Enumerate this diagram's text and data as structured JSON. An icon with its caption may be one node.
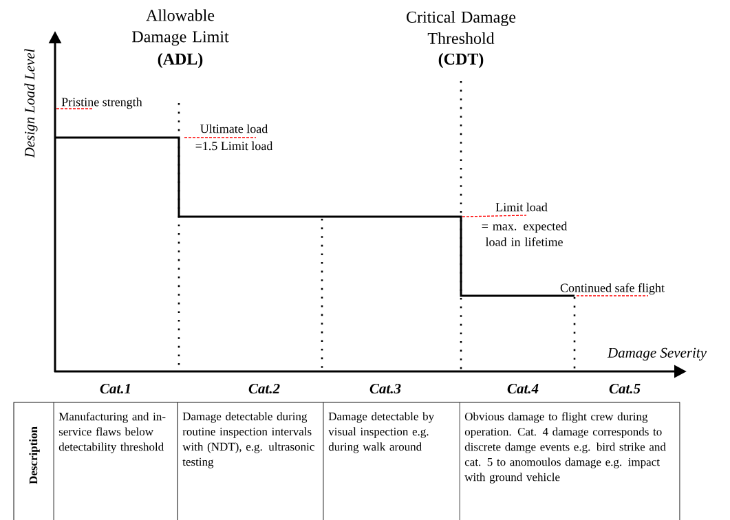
{
  "diagram": {
    "labels": [
      "Allowable Damage Limit",
      "(ADL)",
      "Critical Damage Threshold",
      "(CDT)",
      "Design Load Level",
      "Pristine strength",
      "Ultimate load",
      "=1.5 Limit load",
      "Limit load",
      "= max. expected load in lifetime",
      "Continued safe flight",
      "Damage Severity",
      "Cat.1",
      "Cat.2",
      "Cat.3",
      "Cat.4",
      "Cat.5",
      "Description",
      "Manufacturing and in-service flaws below detectability threshold",
      "Damage detectable during routine inspection intervals with (NDT), e.g. ultrasonic testing",
      "Damage detectable by visual inspection e.g. during walk around",
      "Obvious damage to flight crew during operation. Cat. 4 damage corresponds to discrete damge events e.g. bird strike and cat. 5 to anomoulos damage e.g. impact with ground vehicle"
    ]
  }
}
